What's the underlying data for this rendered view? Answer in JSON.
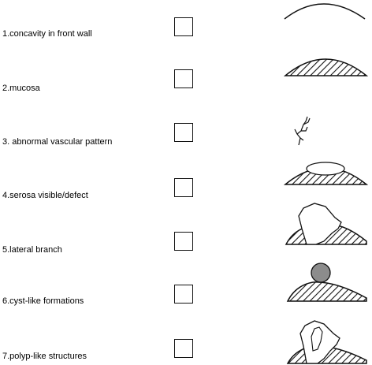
{
  "items": [
    {
      "label": "1.concavity in front wall",
      "icon": "concave-arc-icon",
      "checked": false
    },
    {
      "label": "2.mucosa",
      "icon": "hatched-dome-icon",
      "checked": false
    },
    {
      "label": "3. abnormal vascular pattern",
      "icon": "branching-vessel-icon",
      "checked": false
    },
    {
      "label": "4.serosa visible/defect",
      "icon": "dome-with-defect-icon",
      "checked": false
    },
    {
      "label": "5.lateral branch",
      "icon": "dome-with-lateral-branch-icon",
      "checked": false
    },
    {
      "label": "6.cyst-like formations",
      "icon": "dome-with-cyst-icon",
      "checked": false
    },
    {
      "label": "7.polyp-like structures",
      "icon": "dome-with-polyp-icon",
      "checked": false
    }
  ],
  "colors": {
    "text": "#000000",
    "line": "#111111",
    "cyst_fill": "#8c8c8c"
  }
}
